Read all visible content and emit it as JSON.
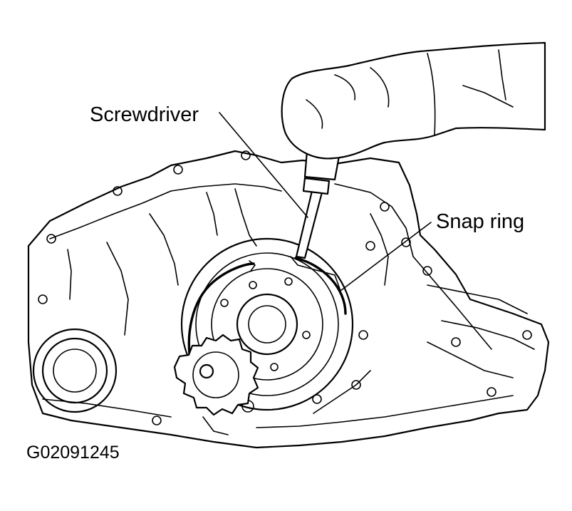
{
  "labels": {
    "screwdriver": "Screwdriver",
    "snap_ring": "Snap ring"
  },
  "figure_id": "G02091245",
  "colors": {
    "ink": "#000000",
    "paper": "#ffffff"
  }
}
